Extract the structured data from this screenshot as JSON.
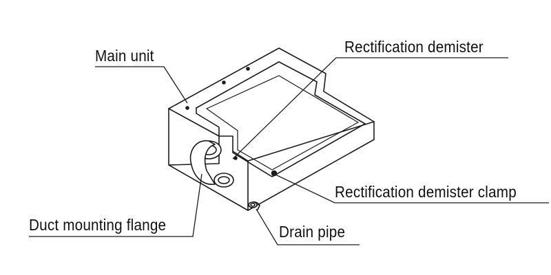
{
  "labels": {
    "main_unit": "Main unit",
    "rectification_demister": "Rectification demister",
    "rectification_demister_clamp": "Rectification demister clamp",
    "duct_mounting_flange": "Duct mounting flange",
    "drain_pipe": "Drain pipe"
  },
  "colors": {
    "line": "#1a1a1a",
    "background": "#ffffff"
  }
}
